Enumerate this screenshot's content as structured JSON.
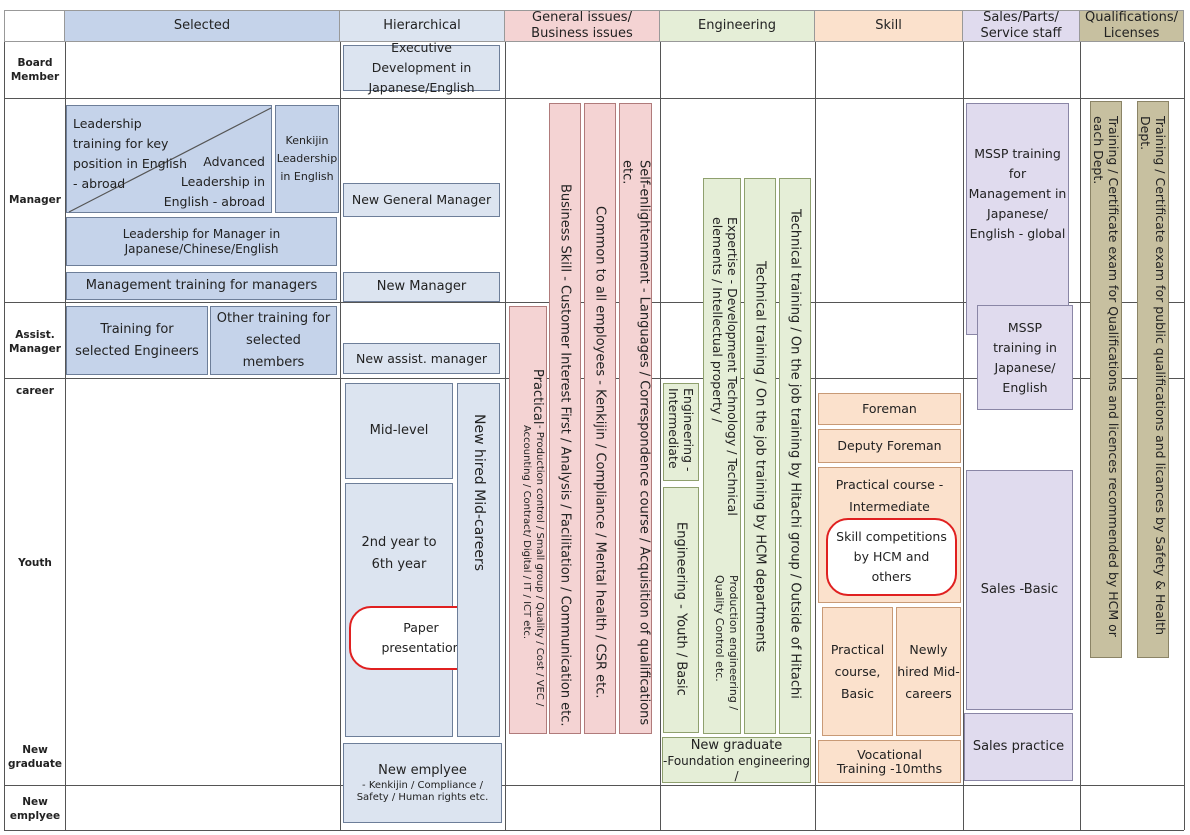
{
  "headers": {
    "selected": "Selected",
    "hierarchical": "Hierarchical",
    "general": "General issues/ Business issues",
    "engineering": "Engineering",
    "skill": "Skill",
    "sales": "Sales/Parts/ Service staff",
    "qualifications": "Qualifications/ Licenses"
  },
  "rows": {
    "board": "Board Member",
    "manager": "Manager",
    "assist": "Assist. Manager",
    "career": "career",
    "youth": "Youth",
    "newgrad": "New graduate",
    "newemp": "New emplyee"
  },
  "selected": {
    "leadership_key": "Leadership training for key position in English - abroad",
    "advanced": "Advanced Leadership in English - abroad",
    "kenkijin": "Kenkijin Leadership in English",
    "leadership_mgr": "Leadership for Manager in Japanese/Chinese/English",
    "mgmt_training": "Management training for managers",
    "engineers": "Training for selected Engineers",
    "other_members": "Other training for selected members"
  },
  "hierarchical": {
    "exec": "Executive Development in Japanese/English",
    "new_gm": "New General Manager",
    "new_mgr": "New Manager",
    "new_assist": "New assist. manager",
    "mid_level": "Mid-level",
    "year": "2nd year to 6th year",
    "paper": "Paper presentation",
    "new_hired_mid": "New hired Mid-careers",
    "new_emp_title": "New emplyee",
    "new_emp_sub": "- Kenkijin / Compliance / Safety / Human rights etc."
  },
  "general": {
    "practical": "Practical",
    "practical_sub": " - Production control / Small group / Quality / Cost / VEC / Accounting / Contract/ Digital / IT / ICT etc.",
    "business": "Business Skill - Customer Interest First / Analysis / Facilitation / Communication etc.",
    "common": "Common to all employees - Kenkijin / Compliance / Mental health / CSR etc.",
    "self": "Self-enlightenment - Languages / Correspondence course / Acquisition of qualifications etc."
  },
  "engineering": {
    "intermediate": "Engineering - Intermediate",
    "youth_basic": "Engineering - Youth / Basic",
    "expertise": "Expertise - Development Technology / Technical elements / Intellectual property /",
    "expertise_sub": "Production engineering / Quality Control etc.",
    "ojt_hcm": "Technical training / On the job training by HCM departments",
    "ojt_hitachi": "Technical training / On the job training by Hitachi group / Outside of Hitachi",
    "new_grad_title": "New graduate",
    "new_grad_sub": "-Foundation engineering /"
  },
  "skill": {
    "foreman": "Foreman",
    "deputy": "Deputy Foreman",
    "practical_int": "Practical course - Intermediate",
    "competitions": "Skill competitions by HCM and others",
    "practical_basic": "Practical course, Basic",
    "newly_hired": "Newly hired Mid-careers",
    "vocational": "Vocational  Training -10mths"
  },
  "sales": {
    "mssp_global": "MSSP training for Management in Japanese/ English - global",
    "mssp": "MSSP training in Japanese/ English",
    "basic": "Sales -Basic",
    "practice": "Sales practice"
  },
  "qualifications": {
    "cert_hcm": "Training / Certificate exam for Qualifications and licences recommended by HCM or each Dept.",
    "cert_public": "Training / Certificate exam for public qualifications and licances by  Safety & Health Dept."
  }
}
